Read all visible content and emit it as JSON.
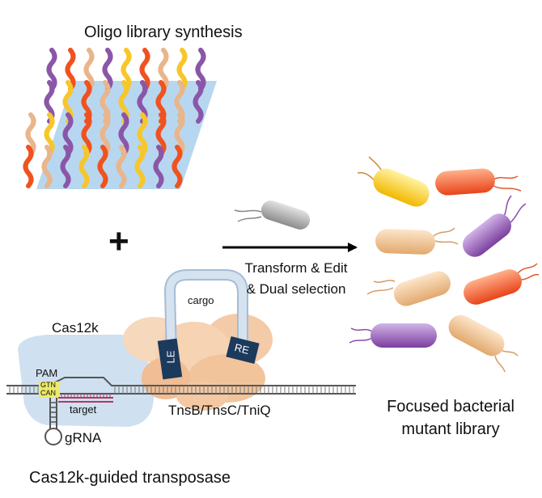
{
  "oligo_panel": {
    "title": "Oligo library synthesis"
  },
  "plus_symbol": "+",
  "arrow": {
    "line1": "Transform & Edit",
    "line2": "& Dual selection"
  },
  "complex": {
    "cas12k_label": "Cas12k",
    "cargo_label": "cargo",
    "pam_label": "PAM",
    "gtn": "GTN",
    "can": "CAN",
    "le": "LE",
    "re": "RE",
    "target_label": "target",
    "tns_label": "TnsB/TnsC/TniQ",
    "grna_label": "gRNA",
    "caption": "Cas12k-guided transposase"
  },
  "library": {
    "line1": "Focused bacterial",
    "line2": "mutant library"
  },
  "colors": {
    "purple": "#8b56a8",
    "orange": "#f0521f",
    "peach": "#e9b58a",
    "yellow": "#f7c62a",
    "slide": "#b7d7f0",
    "cas_body": "#cfe0f0",
    "tns_body": "#f6cfae",
    "label_box": "#1b3a5c"
  }
}
